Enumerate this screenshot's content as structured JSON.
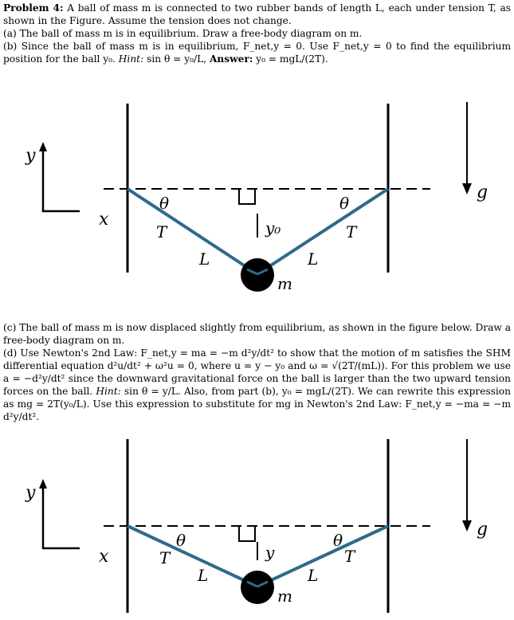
{
  "problem": {
    "header": "Problem 4:",
    "intro": "A ball of mass m is connected to two rubber bands of length L, each under tension T, as shown in the Figure. Assume the tension does not change.",
    "part_a": "(a) The ball of mass m is in equilibrium. Draw a free-body diagram on m.",
    "part_b_text": "(b) Since the ball of mass m is in equilibrium, F_net,y = 0. Use F_net,y = 0 to find the equilibrium position for the ball y₀.",
    "part_b_hint_label": "Hint:",
    "part_b_hint": "sin θ = y₀/L,",
    "part_b_answer_label": "Answer:",
    "part_b_answer": "y₀ = mgL/(2T).",
    "part_c": "(c) The ball of mass m is now displaced slightly from equilibrium, as shown in the figure below. Draw a free-body diagram on m.",
    "part_d_1": "(d) Use Newton's 2nd Law: F_net,y = ma = −m d²y/dt² to show that the motion of m satisfies the SHM differential equation d²u/dt² + ω²u = 0, where u = y − y₀ and ω = √(2T/(mL)). For this problem we use a = −d²y/dt² since the downward gravitational force on the ball is larger than the two upward tension forces on the ball.",
    "part_d_hint_label": "Hint:",
    "part_d_2": "sin θ = y/L. Also, from part (b), y₀ = mgL/(2T). We can rewrite this expression as mg = 2T(y₀/L). Use this expression to substitute for mg in Newton's 2nd Law: F_net,y = −ma = −m d²y/dt²."
  },
  "figure1": {
    "y_axis_label": "y",
    "x_axis_label": "x",
    "gravity_label": "g",
    "angle_left": "θ",
    "angle_right": "θ",
    "tension_left": "T",
    "tension_right": "T",
    "length_left": "L",
    "length_right": "L",
    "displacement_label": "y₀",
    "mass_label": "m",
    "band_color": "#2e6a8a"
  },
  "figure2": {
    "y_axis_label": "y",
    "x_axis_label": "x",
    "gravity_label": "g",
    "angle_left": "θ",
    "angle_right": "θ",
    "tension_left": "T",
    "tension_right": "T",
    "length_left": "L",
    "length_right": "L",
    "displacement_label": "y",
    "mass_label": "m",
    "band_color": "#2e6a8a"
  }
}
